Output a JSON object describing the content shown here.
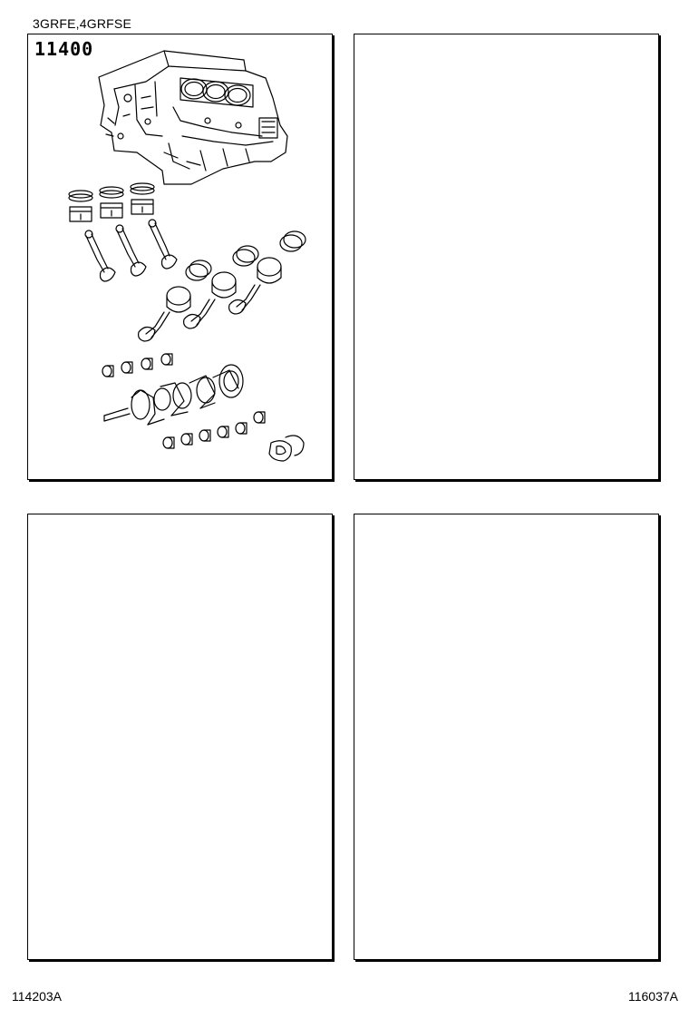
{
  "engine_label": "3GRFE,4GRFSE",
  "panels": [
    {
      "part_number": "11400"
    },
    {
      "part_number": ""
    },
    {
      "part_number": ""
    },
    {
      "part_number": ""
    }
  ],
  "footer": {
    "left_code": "114203A",
    "right_code": "116037A"
  }
}
